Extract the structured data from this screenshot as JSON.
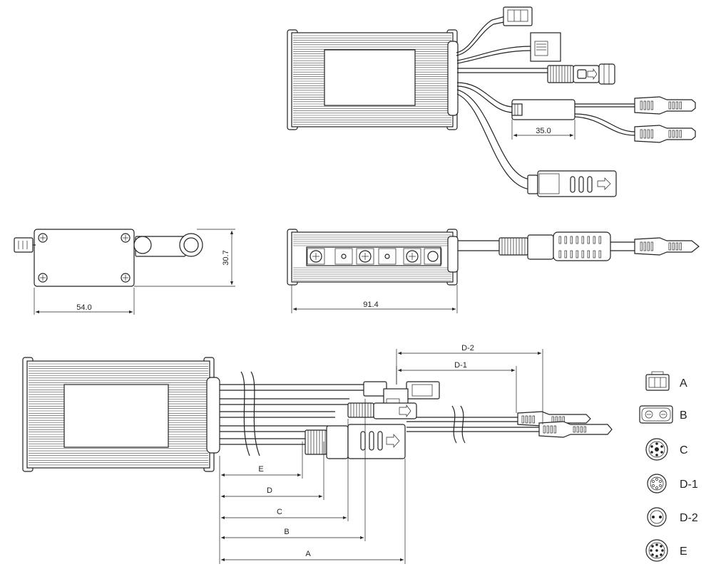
{
  "dimensions": {
    "cable_connector_length": "35.0",
    "height": "30.7",
    "width": "54.0",
    "length": "91.4",
    "cable_labels": [
      "A",
      "B",
      "C",
      "D",
      "E",
      "D-1",
      "D-2"
    ]
  },
  "legend": [
    {
      "label": "A",
      "icon": "molex-3pin-connector-icon"
    },
    {
      "label": "B",
      "icon": "two-pin-flat-connector-icon"
    },
    {
      "label": "C",
      "icon": "round-multipin-connector-icon"
    },
    {
      "label": "D-1",
      "icon": "round-6pin-connector-icon"
    },
    {
      "label": "D-2",
      "icon": "round-2pin-connector-icon"
    },
    {
      "label": "E",
      "icon": "round-9pin-connector-icon"
    }
  ]
}
